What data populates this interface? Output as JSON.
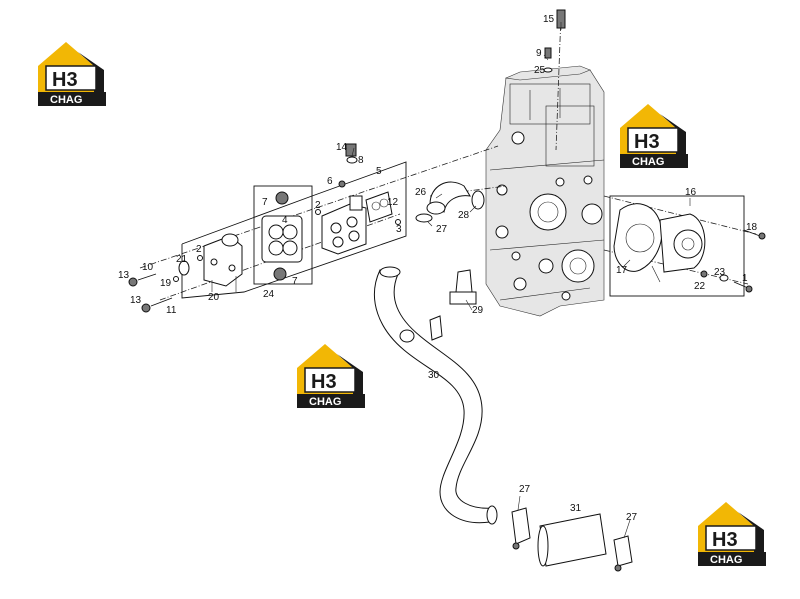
{
  "logo": {
    "mark": "H3",
    "brand": "CHAG",
    "colors": {
      "accent": "#f2b705",
      "dark": "#1a1a1a"
    }
  },
  "callouts": {
    "c1": "1",
    "c2a": "2",
    "c2b": "2",
    "c3": "3",
    "c4": "4",
    "c5": "5",
    "c6": "6",
    "c7a": "7",
    "c7b": "7",
    "c8": "8",
    "c9": "9",
    "c10": "10",
    "c11": "11",
    "c12": "12",
    "c13a": "13",
    "c13b": "13",
    "c14": "14",
    "c15": "15",
    "c16": "16",
    "c17": "17",
    "c18": "18",
    "c19": "19",
    "c20": "20",
    "c21": "21",
    "c22": "22",
    "c23": "23",
    "c24": "24",
    "c25": "25",
    "c26": "26",
    "c27a": "27",
    "c27b": "27",
    "c27c": "27",
    "c28": "28",
    "c29": "29",
    "c30": "30",
    "c31": "31"
  }
}
